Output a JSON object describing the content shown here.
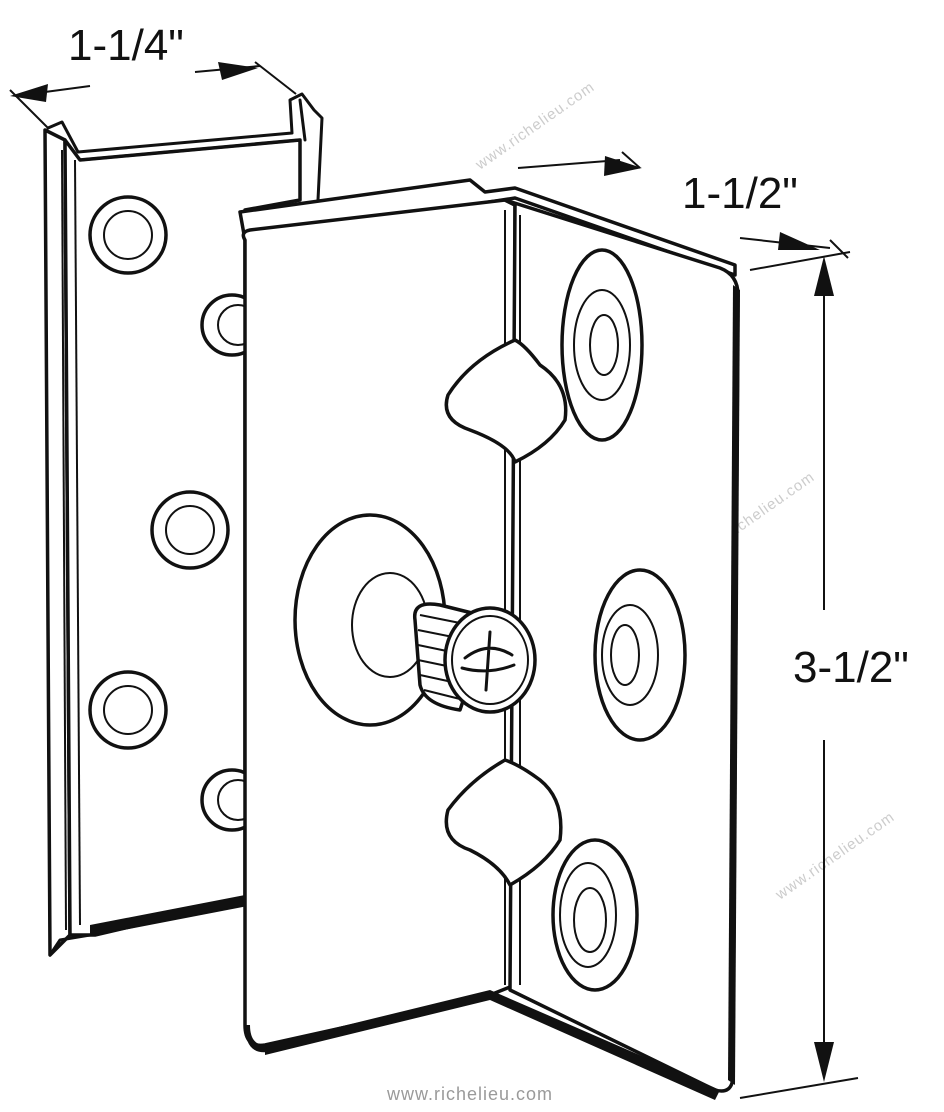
{
  "dimensions": {
    "width_left": "1-1/4\"",
    "width_right": "1-1/2\"",
    "height": "3-1/2\""
  },
  "footer": {
    "website": "www.richelieu.com"
  },
  "watermark": {
    "text": "www.richelieu.com"
  },
  "colors": {
    "line": "#111111",
    "background": "#ffffff",
    "watermark": "#cccccc"
  }
}
